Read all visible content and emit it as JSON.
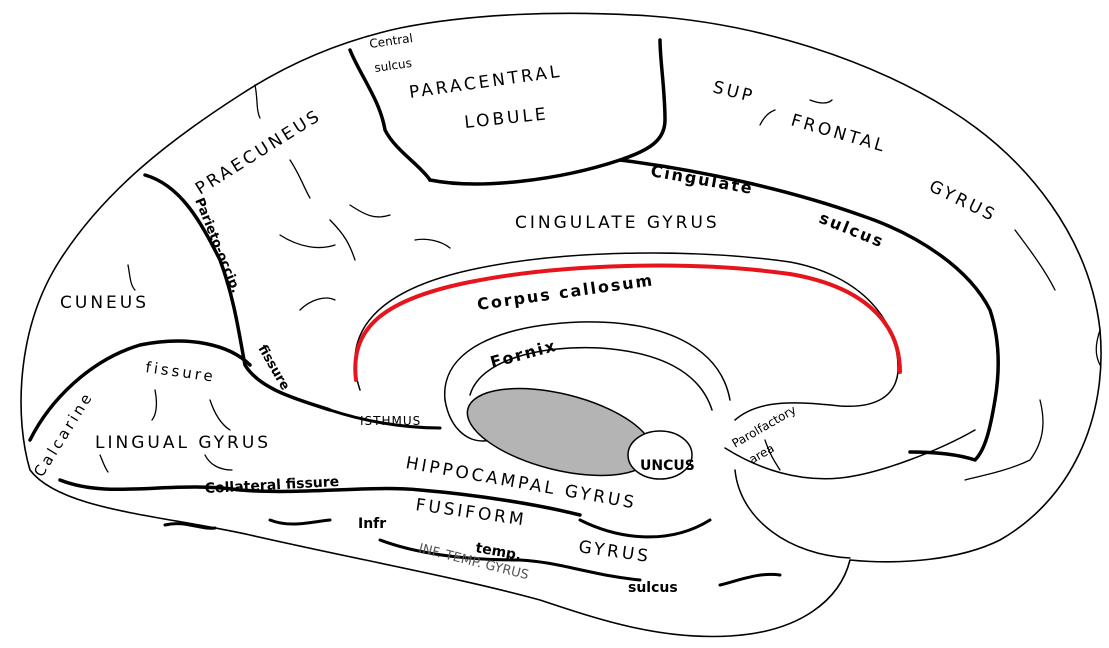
{
  "colors": {
    "outline": "#000000",
    "corpus_callosum": "#e8141b",
    "ventricle_fill": "#b4b4b4",
    "background": "#ffffff"
  },
  "labels": {
    "central_sulcus_1": "Central",
    "central_sulcus_2": "sulcus",
    "paracentral": "PARACENTRAL",
    "lobule": "LOBULE",
    "sup": "SUP",
    "frontal": "FRONTAL",
    "gyrus_frontal": "GYRUS",
    "praecuneus": "PRAECUNEUS",
    "parieto_occip": "Parieto-occip.",
    "fissure_parieto": "fissure",
    "cuneus": "CUNEUS",
    "cingulate_sulcus_1": "Cingulate",
    "cingulate_sulcus_2": "sulcus",
    "cingulate_gyrus": "CINGULATE GYRUS",
    "corpus_callosum": "Corpus callosum",
    "fornix": "Fornix",
    "calcarine": "Calcarine",
    "fissure_calcarine": "fissure",
    "lingual_gyrus": "LINGUAL GYRUS",
    "isthmus": "ISTHMUS",
    "hippocampal_gyrus": "HIPPOCAMPAL GYRUS",
    "uncus": "UNCUS",
    "parolfactory_1": "Parolfactory",
    "parolfactory_2": "area",
    "collateral_fissure": "Collateral fissure",
    "fusiform": "FUSIFORM",
    "gyrus_fusiform": "GYRUS",
    "infr": "Infr",
    "temp": "temp.",
    "sulcus_temp": "sulcus",
    "inf_temp_gyrus": "INF. TEMP. GYRUS"
  }
}
